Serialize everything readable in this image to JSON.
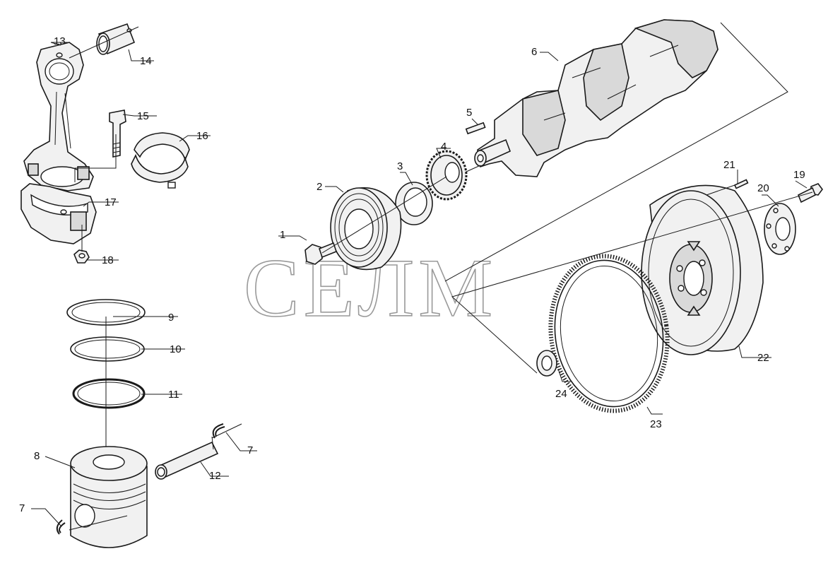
{
  "watermark": "СЕЛМ",
  "callouts": {
    "c1": "1",
    "c2": "2",
    "c3": "3",
    "c4": "4",
    "c5": "5",
    "c6": "6",
    "c7a": "7",
    "c7b": "7",
    "c8": "8",
    "c9": "9",
    "c10": "10",
    "c11": "11",
    "c12": "12",
    "c13": "13",
    "c14": "14",
    "c15": "15",
    "c16": "16",
    "c17": "17",
    "c18": "18",
    "c19": "19",
    "c20": "20",
    "c21": "21",
    "c22": "22",
    "c23": "23",
    "c24": "24"
  }
}
